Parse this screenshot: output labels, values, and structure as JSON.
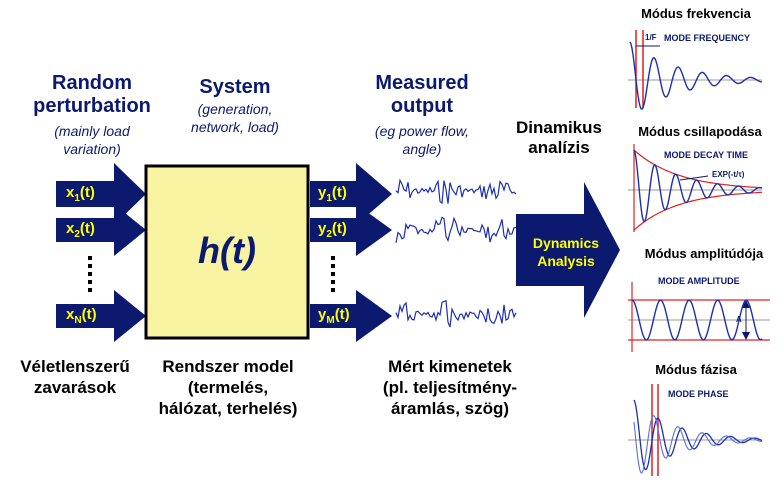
{
  "headings": {
    "random": [
      "Random",
      "perturbation"
    ],
    "random_sub": [
      "(mainly load",
      "variation)"
    ],
    "system": "System",
    "system_sub": [
      "(generation,",
      "network, load)"
    ],
    "measured": [
      "Measured",
      "output"
    ],
    "measured_sub": [
      "(eg power flow,",
      "angle)"
    ],
    "dinamikus": [
      "Dinamikus",
      "analízis"
    ]
  },
  "inputs": {
    "x1": {
      "base": "x",
      "sub": "1",
      "tail": "(t)"
    },
    "x2": {
      "base": "x",
      "sub": "2",
      "tail": "(t)"
    },
    "xN": {
      "base": "x",
      "sub": "N",
      "tail": "(t)"
    }
  },
  "outputs": {
    "y1": {
      "base": "y",
      "sub": "1",
      "tail": "(t)"
    },
    "y2": {
      "base": "y",
      "sub": "2",
      "tail": "(t)"
    },
    "yM": {
      "base": "y",
      "sub": "M",
      "tail": "(t)"
    }
  },
  "system_box": {
    "label": "h(t)",
    "fill": "#f7f3a0"
  },
  "dynamics_arrow": {
    "lines": [
      "Dynamics",
      "Analysis"
    ]
  },
  "bottom": {
    "left": [
      "Véletlenszerű",
      "zavarások"
    ],
    "middle": [
      "Rendszer model",
      "(termelés,",
      "hálózat, terhelés)"
    ],
    "right": [
      "Mért kimenetek",
      "(pl. teljesítmény-",
      "áramlás, szög)"
    ]
  },
  "panels": [
    {
      "title": "Módus frekvencia",
      "annotations": [
        "1/F",
        "MODE FREQUENCY"
      ]
    },
    {
      "title": "Módus csillapodása",
      "annotations": [
        "MODE DECAY TIME",
        "EXP(-t/τ)"
      ]
    },
    {
      "title": "Módus amplitúdója",
      "annotations": [
        "MODE AMPLITUDE",
        "A"
      ]
    },
    {
      "title": "Módus fázisa",
      "annotations": [
        "MODE PHASE"
      ]
    }
  ],
  "colors": {
    "navy": "#0b1a6e",
    "label_yellow": "#ffff00",
    "signal_blue": "#1c2fb0",
    "red": "#e02020"
  }
}
